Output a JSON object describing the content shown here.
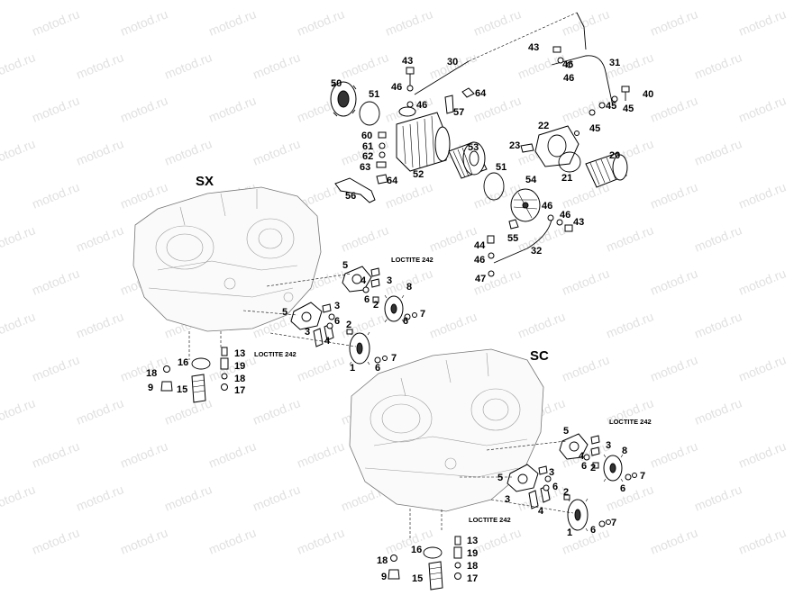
{
  "watermark": "motod.ru",
  "sections": {
    "sx": "SX",
    "sc": "SC"
  },
  "callouts": {
    "loctite": "LOCTITE 242",
    "n1": "1",
    "n2": "2",
    "n3": "3",
    "n4": "4",
    "n5": "5",
    "n6": "6",
    "n7": "7",
    "n8": "8",
    "n9": "9",
    "n13": "13",
    "n15": "15",
    "n16": "16",
    "n17": "17",
    "n18": "18",
    "n19": "19",
    "n20": "20",
    "n21": "21",
    "n22": "22",
    "n23": "23",
    "n30": "30",
    "n31": "31",
    "n32": "32",
    "n40": "40",
    "n43": "43",
    "n44": "44",
    "n45": "45",
    "n46": "46",
    "n47": "47",
    "n50": "50",
    "n51": "51",
    "n52": "52",
    "n53": "53",
    "n54": "54",
    "n55": "55",
    "n56": "56",
    "n57": "57",
    "n60": "60",
    "n61": "61",
    "n62": "62",
    "n63": "63",
    "n64": "64"
  }
}
